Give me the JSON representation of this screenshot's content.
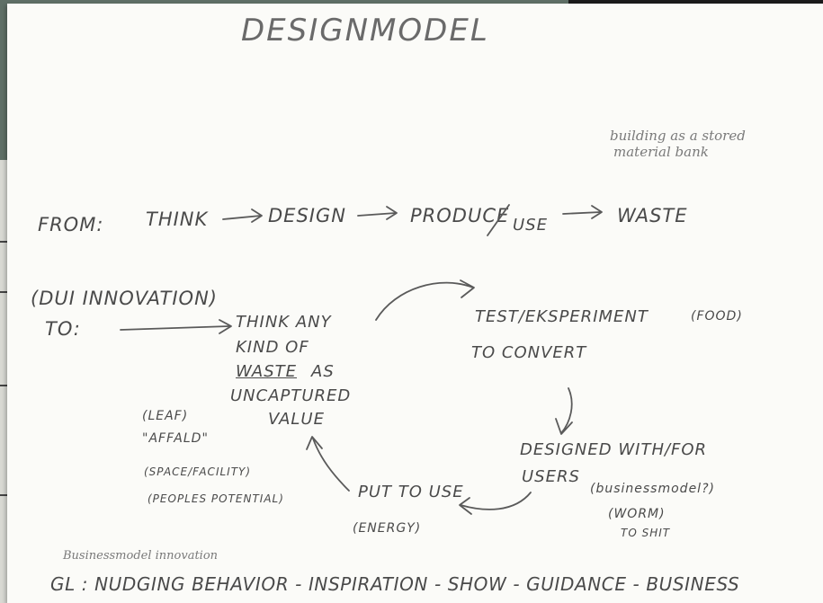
{
  "title": "DESIGNMODEL",
  "note": [
    "building as a stored",
    "material bank"
  ],
  "from_row": {
    "label": "FROM:",
    "steps": [
      "THINK",
      "DESIGN",
      "PRODUCE",
      "USE",
      "WASTE"
    ]
  },
  "to_block": {
    "tag": "(DUI INNOVATION)",
    "label": "TO:",
    "center_lines": [
      "THINK ANY",
      "KIND OF",
      "WASTE",
      "AS",
      "UNCAPTURED",
      "VALUE"
    ],
    "test_lines": [
      "TEST/EKSPERIMENT",
      "TO CONVERT"
    ],
    "food": "(FOOD)",
    "designed_lines": [
      "DESIGNED WITH/FOR",
      "USERS",
      "(businessmodel?)"
    ],
    "worm": "(WORM)",
    "to_shit": "TO SHIT",
    "put_to_use": "PUT TO USE",
    "energy": "(ENERGY)",
    "left_notes": [
      "(LEAF)",
      "\"AFFALD\"",
      "(SPACE/FACILITY)",
      "(PEOPLES POTENTIAL)"
    ]
  },
  "bottom": {
    "small_note": "Businessmodel innovation",
    "line": "GL : NUDGING BEHAVIOR - INSPIRATION - SHOW - GUIDANCE - BUSINESS"
  }
}
